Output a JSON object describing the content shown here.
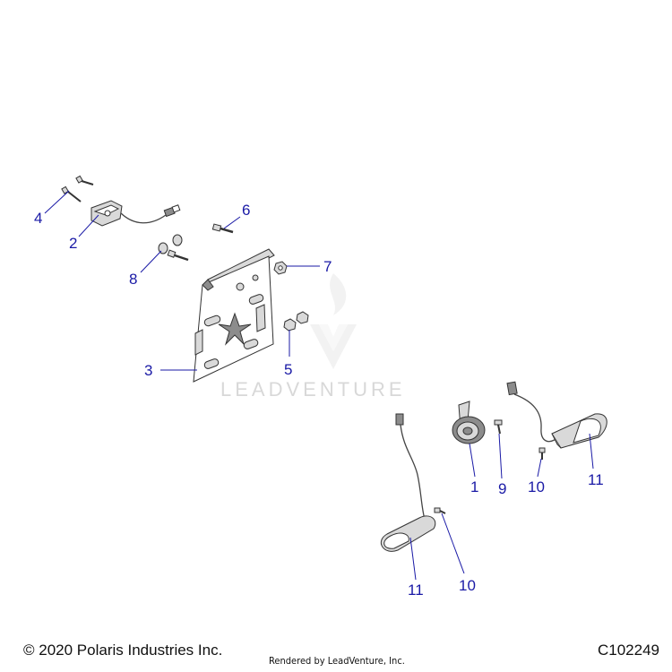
{
  "watermark": {
    "brand": "LEADVENTURE"
  },
  "callouts": {
    "c1": "1",
    "c2": "2",
    "c3": "3",
    "c4": "4",
    "c5": "5",
    "c6": "6",
    "c7": "7",
    "c8": "8",
    "c9": "9",
    "c10a": "10",
    "c10b": "10",
    "c11a": "11",
    "c11b": "11"
  },
  "footer": {
    "copyright": "© 2020 Polaris Industries Inc.",
    "rendered_by": "Rendered by LeadVenture, Inc.",
    "diagram_code": "C102249"
  },
  "colors": {
    "callout": "#1a1aa6",
    "line": "#333333",
    "watermark": "#d8d8d8"
  }
}
